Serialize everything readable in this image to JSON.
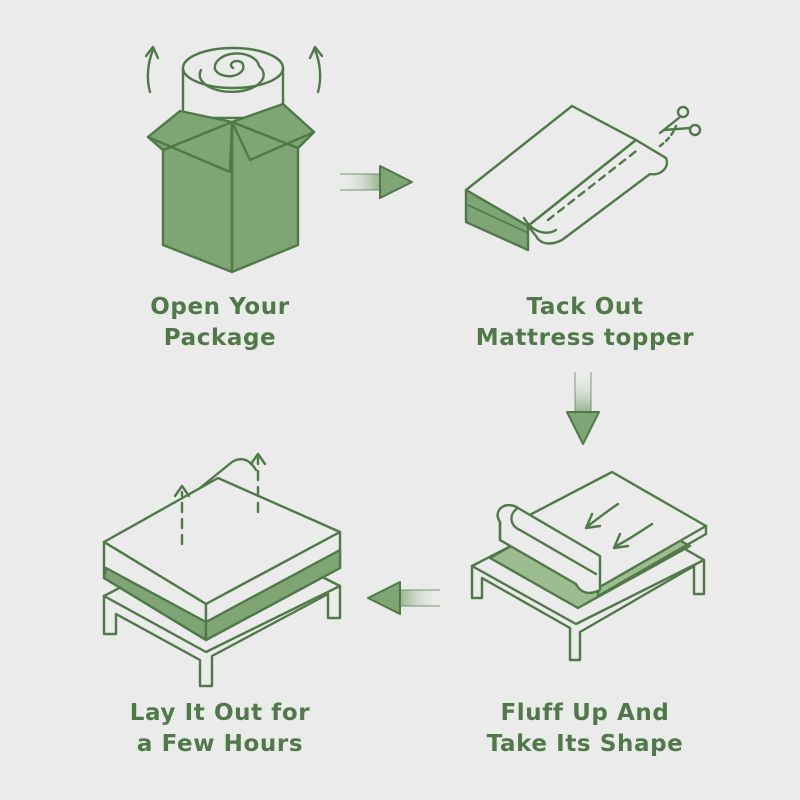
{
  "steps": [
    {
      "line1": "Open Your",
      "line2": "Package"
    },
    {
      "line1": "Tack Out",
      "line2": "Mattress topper"
    },
    {
      "line1": "Fluff Up And",
      "line2": "Take Its Shape"
    },
    {
      "line1": "Lay It Out for",
      "line2": "a Few Hours"
    }
  ],
  "icons": {
    "step1": "open-box-with-rolled-topper-icon",
    "step2": "cut-packaging-scissors-icon",
    "step3": "unrolling-topper-on-bed-icon",
    "step4": "expanding-topper-on-bed-icon",
    "flow": "arrow-icon"
  },
  "colors": {
    "background": "#ebebeb",
    "accent": "#4f7a48",
    "fill": "#7fa575",
    "fill_light": "#9dbd91"
  }
}
